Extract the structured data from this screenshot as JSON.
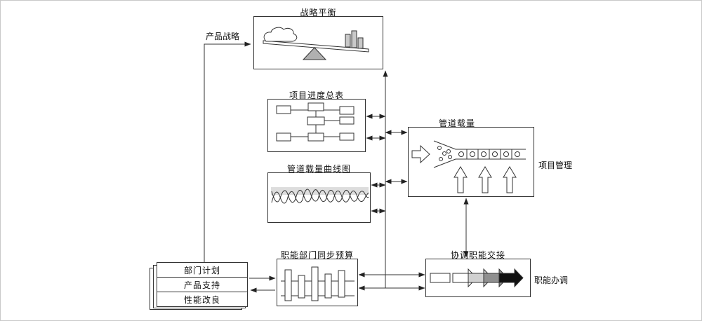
{
  "diagram": {
    "strategic_balance": {
      "title": "战略平衡"
    },
    "product_strategy_label": "产品战略",
    "schedule_summary": {
      "title": "项目进度总表"
    },
    "pipeline_curve": {
      "title": "管道载量曲线图"
    },
    "pipeline_load": {
      "title": "管道载量"
    },
    "project_management_label": "项目管理",
    "budget_sync": {
      "title": "职能部门同步预算"
    },
    "handover": {
      "title": "协调职能交接"
    },
    "functional_coordination_label": "职能办调",
    "department_stack": {
      "rows": [
        "部门计划",
        "产品支持",
        "性能改良"
      ]
    }
  },
  "colors": {
    "line": "#333333",
    "band": "#dddddd",
    "fulcrum": "#b0b0b0",
    "bar_fill": "#c9c9c9",
    "arrow_shades": [
      "#ffffff",
      "#d0d0d0",
      "#8f8f8f",
      "#111111"
    ]
  }
}
